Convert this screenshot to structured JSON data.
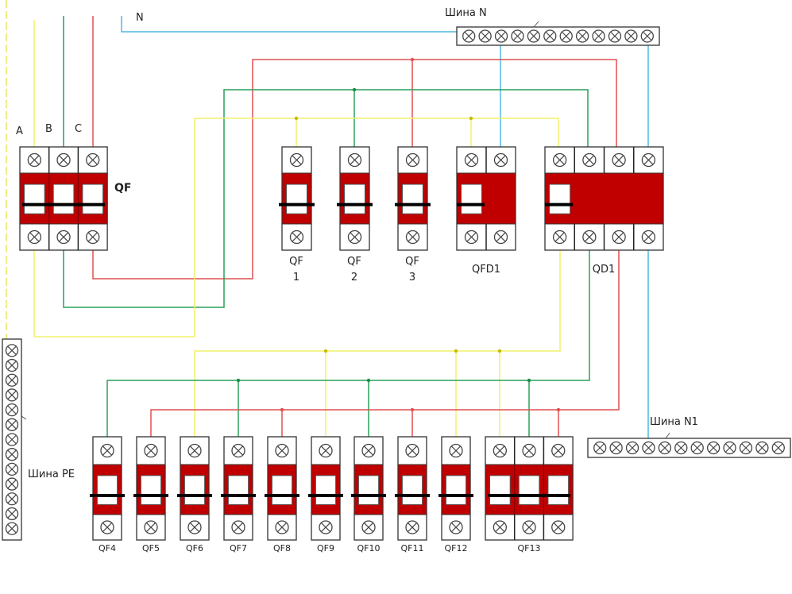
{
  "phases": {
    "a": "A",
    "b": "B",
    "c": "C",
    "n": "N"
  },
  "main_breaker": {
    "label": "QF"
  },
  "group_breakers": [
    {
      "label_top": "QF",
      "label_bottom": "1"
    },
    {
      "label_top": "QF",
      "label_bottom": "2"
    },
    {
      "label_top": "QF",
      "label_bottom": "3"
    }
  ],
  "qfd1": {
    "label": "QFD1"
  },
  "qd1": {
    "label": "QD1"
  },
  "bottom_breakers": [
    "QF4",
    "QF5",
    "QF6",
    "QF7",
    "QF8",
    "QF9",
    "QF10",
    "QF11",
    "QF12"
  ],
  "qf13": {
    "label": "QF13"
  },
  "buses": {
    "n": "Шина N",
    "n1": "Шина N1",
    "pe": "Шина PE"
  },
  "colors": {
    "phase_a": "#f2f06a",
    "phase_b": "#2aa05a",
    "phase_c": "#e05050",
    "neutral": "#4fb8e0",
    "breaker": "#c00000",
    "pe": "#e8e860"
  }
}
